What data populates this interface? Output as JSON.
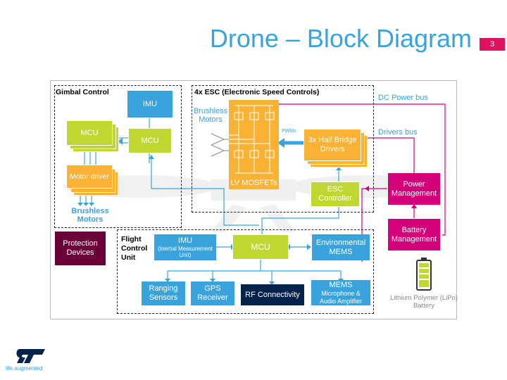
{
  "slide": {
    "title": "Drone – Block Diagram",
    "page_number": "3"
  },
  "groups": {
    "gimbal": "Gimbal Control",
    "esc": "4x ESC (Electronic Speed Controls)",
    "fcu_line1": "Flight",
    "fcu_line2": "Control",
    "fcu_line3": "Unit"
  },
  "blocks": {
    "gimbal_imu": "IMU",
    "gimbal_mcu_stack": "MCU",
    "gimbal_mcu": "MCU",
    "motor_driver": "Motor driver",
    "brushless_motors_gimbal_1": "Brushless",
    "brushless_motors_gimbal_2": "Motors",
    "brushless_motors_esc_1": "Brushless",
    "brushless_motors_esc_2": "Motors",
    "lv_mosfets": "LV MOSFETs",
    "pwms": "PWMs",
    "half_bridge_1": "3x Half Bridge",
    "half_bridge_2": "Drivers",
    "esc_controller_1": "ESC",
    "esc_controller_2": "Controller",
    "power_mgmt_1": "Power",
    "power_mgmt_2": "Management",
    "battery_mgmt_1": "Battery",
    "battery_mgmt_2": "Management",
    "battery_label_1": "Lithium Polymer (LiPo)",
    "battery_label_2": "Battery",
    "protection_1": "Protection",
    "protection_2": "Devices",
    "fcu_imu": "IMU",
    "fcu_imu_sub": "(Inertial Measurement Unit)",
    "fcu_mcu": "MCU",
    "env_mems_1": "Environmental",
    "env_mems_2": "MEMS",
    "ranging_1": "Ranging",
    "ranging_2": "Sensors",
    "gps_1": "GPS",
    "gps_2": "Receiver",
    "rf": "RF Connectivity",
    "mems_mic_1": "MEMS",
    "mems_mic_2": "Microphone &",
    "mems_mic_3": "Audio Amplifier",
    "dc_bus": "DC Power bus",
    "drivers_bus": "Drivers bus"
  },
  "logo": {
    "tagline": "life.augmented"
  },
  "colors": {
    "blue": "#3BA3DC",
    "green": "#BFD730",
    "orange": "#F9B233",
    "magenta": "#D4007A",
    "maroon": "#6B0039",
    "navy": "#03234B"
  }
}
